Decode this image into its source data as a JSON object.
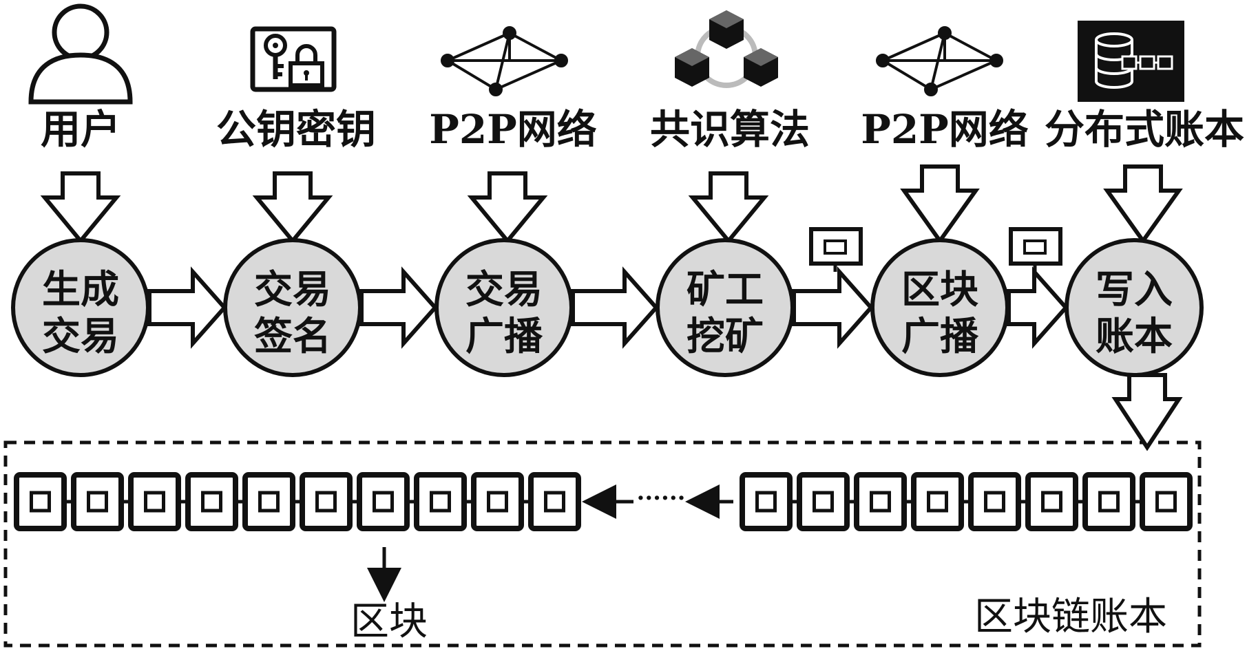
{
  "top_labels": [
    "用户",
    "公钥密钥",
    "P2P网络",
    "共识算法",
    "P2P网络",
    "分布式账本"
  ],
  "steps": [
    {
      "line1": "生成",
      "line2": "交易"
    },
    {
      "line1": "交易",
      "line2": "签名"
    },
    {
      "line1": "交易",
      "line2": "广播"
    },
    {
      "line1": "矿工",
      "line2": "挖矿"
    },
    {
      "line1": "区块",
      "line2": "广播"
    },
    {
      "line1": "写入",
      "line2": "账本"
    }
  ],
  "ledger": {
    "ellipsis": "······",
    "block_label": "区块",
    "title": "区块链账本"
  },
  "icons": [
    "user-icon",
    "key-lock-icon",
    "p2p-network-icon",
    "consensus-cubes-icon",
    "p2p-network-icon",
    "distributed-ledger-icon"
  ],
  "colors": {
    "node_fill": "#d9d9d9",
    "stroke": "#111111",
    "ledger_icon_bg": "#111111"
  }
}
